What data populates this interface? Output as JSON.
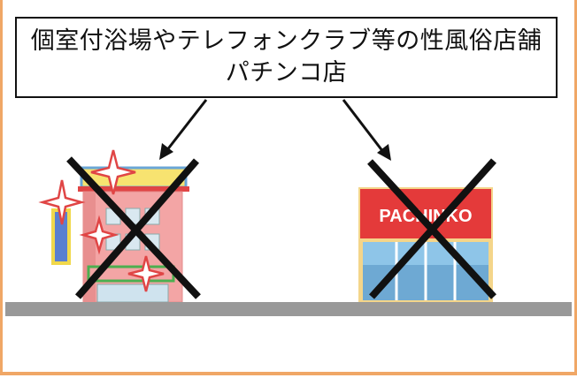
{
  "caption": {
    "line1": "個室付浴場やテレフォンクラブ等の性風俗店舗",
    "line2": "パチンコ店"
  },
  "pachinko_sign": "PACHINKO",
  "colors": {
    "border_orange": "#f0a766",
    "ground_gray": "#999999",
    "cross_black": "#111111",
    "pachinko_red": "#e43a3a",
    "building_pink": "#f3a5a5"
  },
  "icons": [
    "arrow-down-left-icon",
    "arrow-down-right-icon",
    "adult-store-building-icon",
    "pachinko-parlor-icon",
    "prohibited-cross-icon"
  ]
}
